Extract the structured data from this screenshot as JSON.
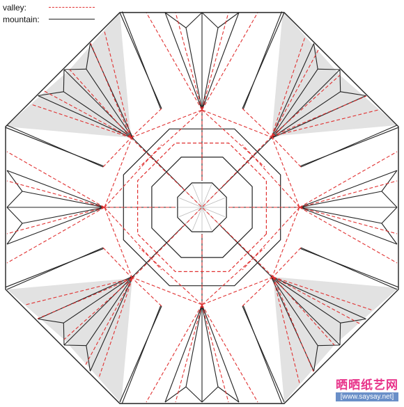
{
  "legend": {
    "valley_label": "valley:",
    "mountain_label": "mountain:",
    "valley_color": "#e03030",
    "mountain_color": "#222222"
  },
  "watermark": {
    "title": "晒晒纸艺网",
    "url": "[www.saysay.net]",
    "title_color": "#e8338a"
  },
  "colors": {
    "shaded_flap": "#e2e2e2",
    "reference_line": "#bbbbbb"
  }
}
